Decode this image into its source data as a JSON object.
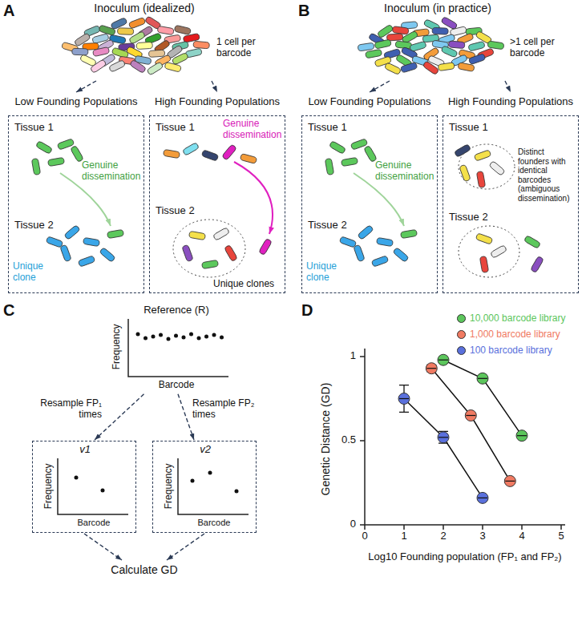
{
  "diagram": {
    "nodes": [
      {
        "text": [
          "Inoculum (idealized)",
          "1 cell per barcode"
        ]
      },
      {
        "text": [
          "Low Founding Populations",
          "Tissue 1",
          "Genuine dissemination",
          "Tissue 2",
          "Unique clone"
        ]
      },
      {
        "text": [
          "High Founding Populations",
          "Tissue 1",
          "Genuine dissemination",
          "Tissue 2",
          "Unique clones"
        ]
      },
      {
        "text": [
          "Inoculum (in practice)",
          ">1 cell per barcode"
        ]
      },
      {
        "text": [
          "Low Founding Populations",
          "Tissue 1",
          "Genuine dissemination",
          "Tissue 2",
          "Unique clone"
        ]
      },
      {
        "text": [
          "High Founding Populations",
          "Tissue 1",
          "Distinct founders with identical barcodes (ambiguous dissemination)",
          "Tissue 2"
        ]
      },
      {
        "text": [
          "Reference (R)",
          "Frequency",
          "Barcode"
        ]
      },
      {
        "text": [
          "v1",
          "Frequency",
          "Barcode"
        ]
      },
      {
        "text": [
          "v2",
          "Frequency",
          "Barcode"
        ]
      },
      {
        "text": [
          "Calculate GD"
        ]
      }
    ],
    "edges": [
      {
        "from": 0,
        "to": 1,
        "arrow": "to"
      },
      {
        "from": 0,
        "to": 2,
        "arrow": "to"
      },
      {
        "from": 3,
        "to": 4,
        "arrow": "to"
      },
      {
        "from": 3,
        "to": 5,
        "arrow": "to"
      },
      {
        "from": 6,
        "to": 7,
        "label": "Resample FP₁ times",
        "arrow": "to"
      },
      {
        "from": 6,
        "to": 8,
        "label": "Resample FP₂ times",
        "arrow": "to"
      },
      {
        "from": 7,
        "to": 9,
        "arrow": "to"
      },
      {
        "from": 8,
        "to": 9,
        "arrow": "to"
      }
    ],
    "labels": [
      "A",
      "B",
      "C",
      "D",
      "Genetic Distance (GD)",
      "Log10 Founding population (FP₁ and FP₂)",
      "0",
      "0.5",
      "1",
      "0",
      "1",
      "2",
      "3",
      "4",
      "5"
    ],
    "legend": [
      {
        "text": "10,000 barcode library",
        "color": "#5cc65c"
      },
      {
        "text": "1,000 barcode library",
        "color": "#f07a62"
      },
      {
        "text": "100 barcode library",
        "color": "#5a70dc"
      }
    ]
  }
}
